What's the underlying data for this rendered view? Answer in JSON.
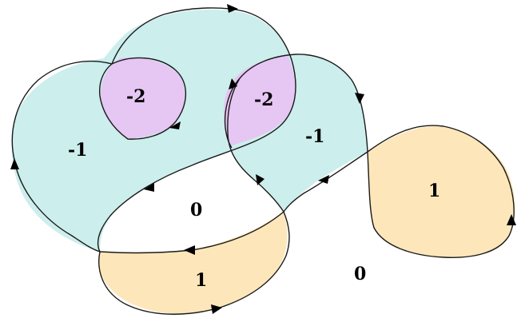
{
  "colors": {
    "winding_minus_1": "#cceeed",
    "winding_minus_2": "#e6c6f3",
    "winding_plus_1": "#fde7ba",
    "winding_0": "#ffffff",
    "curve_stroke": "#1a1a1a"
  },
  "regions": {
    "left_lobe": "-1",
    "inner_left": "-2",
    "inner_right": "-2",
    "right_lobe": "-1",
    "center": "0",
    "bottom": "1",
    "far_right": "1",
    "outside": "0"
  }
}
